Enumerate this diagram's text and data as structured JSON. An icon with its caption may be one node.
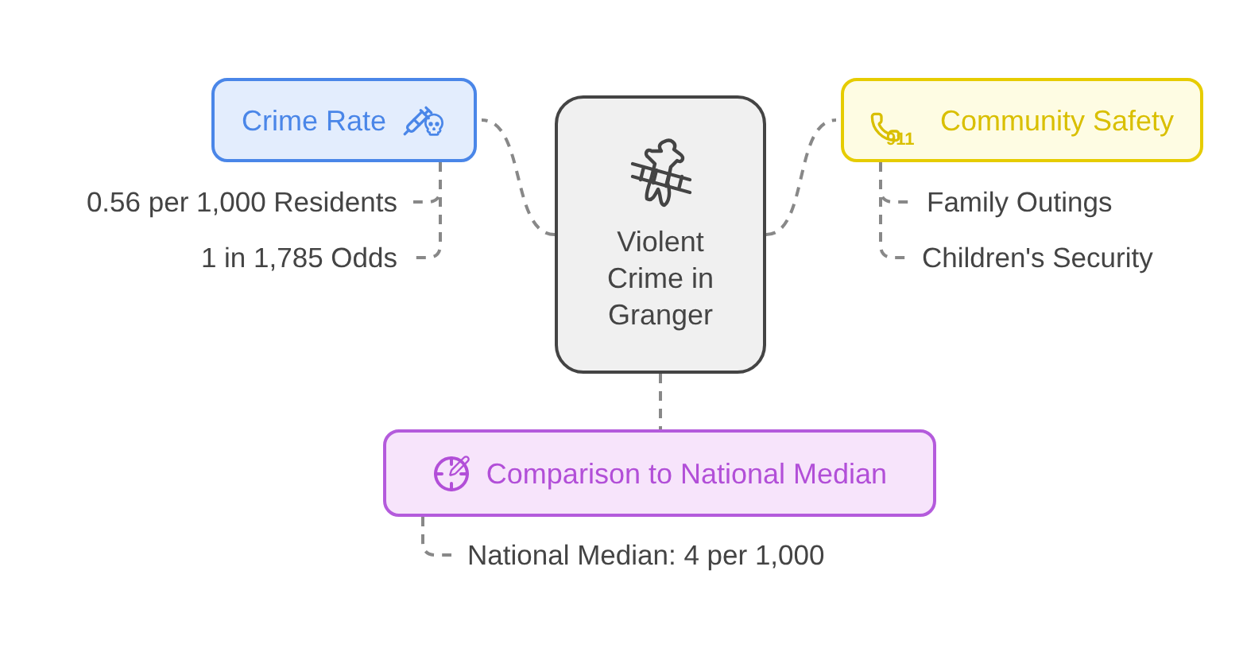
{
  "diagram": {
    "nodes": [
      {
        "text": [
          "Violent Crime in Granger"
        ]
      },
      {
        "text": [
          "Crime Rate"
        ]
      },
      {
        "text": [
          "0.56 per 1,000 Residents"
        ]
      },
      {
        "text": [
          "1 in 1,785 Odds"
        ]
      },
      {
        "text": [
          "911",
          "Community Safety"
        ]
      },
      {
        "text": [
          "Family Outings"
        ]
      },
      {
        "text": [
          "Children's Security"
        ]
      },
      {
        "text": [
          "Comparison to National Median"
        ]
      },
      {
        "text": [
          "National Median: 4 per 1,000"
        ]
      }
    ],
    "edges": [
      {
        "from": 0,
        "to": 1,
        "arrow": "none",
        "style": "dashed"
      },
      {
        "from": 1,
        "to": 2,
        "arrow": "none",
        "style": "dashed"
      },
      {
        "from": 1,
        "to": 3,
        "arrow": "none",
        "style": "dashed"
      },
      {
        "from": 0,
        "to": 4,
        "arrow": "none",
        "style": "dashed"
      },
      {
        "from": 4,
        "to": 5,
        "arrow": "none",
        "style": "dashed"
      },
      {
        "from": 4,
        "to": 6,
        "arrow": "none",
        "style": "dashed"
      },
      {
        "from": 0,
        "to": 7,
        "arrow": "none",
        "style": "dashed"
      },
      {
        "from": 7,
        "to": 8,
        "arrow": "none",
        "style": "dashed"
      }
    ]
  }
}
